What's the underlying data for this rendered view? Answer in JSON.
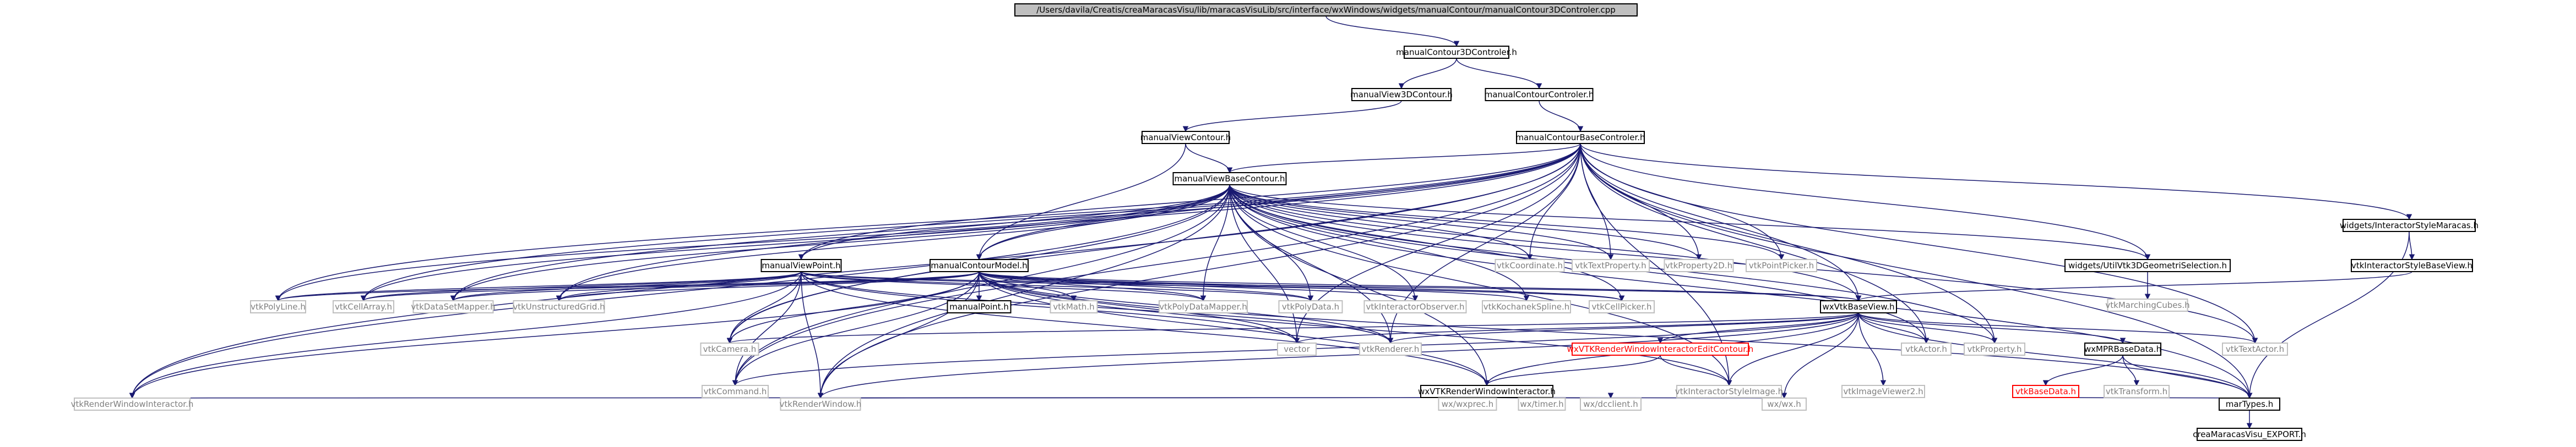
{
  "palette": {
    "background": "#ffffff",
    "node_border": "#000000",
    "node_fill": "#ffffff",
    "root_fill": "#bfbfbf",
    "edge_color": "#191970",
    "text": "#000000",
    "external_border": "#bfbfbf",
    "external_text": "#808080",
    "missing_border": "#ff0000",
    "missing_text": "#ff0000"
  },
  "nodes": [
    {
      "id": "root",
      "label": "/Users/davila/Creatis/creaMaracasVisu/lib/maracasVisuLib/src/interface/wxWindows/widgets/manualContour/manualContour3DControler.cpp",
      "style": "root"
    },
    {
      "id": "mc3dctrl",
      "label": "manualContour3DControler.h",
      "style": "normal"
    },
    {
      "id": "mv3dc",
      "label": "manualView3DContour.h",
      "style": "normal"
    },
    {
      "id": "mcctrl",
      "label": "manualContourControler.h",
      "style": "normal"
    },
    {
      "id": "mvc",
      "label": "manualViewContour.h",
      "style": "normal"
    },
    {
      "id": "mcbc",
      "label": "manualContourBaseControler.h",
      "style": "normal"
    },
    {
      "id": "mvbc",
      "label": "manualViewBaseContour.h",
      "style": "normal"
    },
    {
      "id": "wism",
      "label": "widgets/InteractorStyleMaracas.h",
      "style": "normal"
    },
    {
      "id": "mvp",
      "label": "manualViewPoint.h",
      "style": "normal"
    },
    {
      "id": "mcm",
      "label": "manualContourModel.h",
      "style": "normal"
    },
    {
      "id": "vcoord",
      "label": "vtkCoordinate.h",
      "style": "ext"
    },
    {
      "id": "vtextprop",
      "label": "vtkTextProperty.h",
      "style": "ext"
    },
    {
      "id": "vprop2d",
      "label": "vtkProperty2D.h",
      "style": "ext"
    },
    {
      "id": "vpointpick",
      "label": "vtkPointPicker.h",
      "style": "ext"
    },
    {
      "id": "wgeom",
      "label": "widgets/UtilVtk3DGeometriSelection.h",
      "style": "normal"
    },
    {
      "id": "visbv",
      "label": "vtkInteractorStyleBaseView.h",
      "style": "normal"
    },
    {
      "id": "vmcubes",
      "label": "vtkMarchingCubes.h",
      "style": "ext"
    },
    {
      "id": "vpolyline",
      "label": "vtkPolyLine.h",
      "style": "ext"
    },
    {
      "id": "vcellarray",
      "label": "vtkCellArray.h",
      "style": "ext"
    },
    {
      "id": "vdsmapper",
      "label": "vtkDataSetMapper.h",
      "style": "ext"
    },
    {
      "id": "vugrid",
      "label": "vtkUnstructuredGrid.h",
      "style": "ext"
    },
    {
      "id": "mpoint",
      "label": "manualPoint.h",
      "style": "normal"
    },
    {
      "id": "vmath",
      "label": "vtkMath.h",
      "style": "ext"
    },
    {
      "id": "vpdmapper",
      "label": "vtkPolyDataMapper.h",
      "style": "ext"
    },
    {
      "id": "vpolydata",
      "label": "vtkPolyData.h",
      "style": "ext"
    },
    {
      "id": "viobs",
      "label": "vtkInteractorObserver.h",
      "style": "ext"
    },
    {
      "id": "vkoch",
      "label": "vtkKochanekSpline.h",
      "style": "ext"
    },
    {
      "id": "vcellpick",
      "label": "vtkCellPicker.h",
      "style": "ext"
    },
    {
      "id": "wxvbv",
      "label": "wxVtkBaseView.h",
      "style": "normal"
    },
    {
      "id": "vcamera",
      "label": "vtkCamera.h",
      "style": "ext"
    },
    {
      "id": "vector",
      "label": "vector",
      "style": "ext"
    },
    {
      "id": "vrenderer",
      "label": "vtkRenderer.h",
      "style": "ext"
    },
    {
      "id": "wxvrwiec",
      "label": "wxVTKRenderWindowInteractorEditContour.h",
      "style": "missing"
    },
    {
      "id": "vactor",
      "label": "vtkActor.h",
      "style": "ext"
    },
    {
      "id": "vproperty",
      "label": "vtkProperty.h",
      "style": "ext"
    },
    {
      "id": "wxmpr",
      "label": "wxMPRBaseData.h",
      "style": "normal"
    },
    {
      "id": "vtextactor",
      "label": "vtkTextActor.h",
      "style": "ext"
    },
    {
      "id": "vcommand",
      "label": "vtkCommand.h",
      "style": "ext"
    },
    {
      "id": "wxvrwi",
      "label": "wxVTKRenderWindowInteractor.h",
      "style": "normal"
    },
    {
      "id": "visimage",
      "label": "vtkInteractorStyleImage.h",
      "style": "ext"
    },
    {
      "id": "vimgviewer2",
      "label": "vtkImageViewer2.h",
      "style": "ext"
    },
    {
      "id": "vtransform",
      "label": "vtkTransform.h",
      "style": "ext"
    },
    {
      "id": "vbasedata",
      "label": "vtkBaseData.h",
      "style": "missing"
    },
    {
      "id": "vrwi",
      "label": "vtkRenderWindowInteractor.h",
      "style": "ext"
    },
    {
      "id": "vrw",
      "label": "vtkRenderWindow.h",
      "style": "ext"
    },
    {
      "id": "wxwxprec",
      "label": "wx/wxprec.h",
      "style": "ext"
    },
    {
      "id": "wxtimer",
      "label": "wx/timer.h",
      "style": "ext"
    },
    {
      "id": "wxdcclient",
      "label": "wx/dcclient.h",
      "style": "ext"
    },
    {
      "id": "wxwx",
      "label": "wx/wx.h",
      "style": "ext"
    },
    {
      "id": "martypes",
      "label": "marTypes.h",
      "style": "normal"
    },
    {
      "id": "export",
      "label": "creaMaracasVisu_EXPORT.h",
      "style": "normal"
    }
  ],
  "edges": [
    [
      "root",
      "mc3dctrl"
    ],
    [
      "mc3dctrl",
      "mv3dc"
    ],
    [
      "mc3dctrl",
      "mcctrl"
    ],
    [
      "mv3dc",
      "mvc"
    ],
    [
      "mcctrl",
      "mcbc"
    ],
    [
      "mvc",
      "mvbc"
    ],
    [
      "mvc",
      "mcm"
    ],
    [
      "mcbc",
      "mvbc"
    ],
    [
      "mcbc",
      "wism"
    ],
    [
      "mcbc",
      "mcm"
    ],
    [
      "mcbc",
      "mvp"
    ],
    [
      "mcbc",
      "vcoord"
    ],
    [
      "mcbc",
      "vtextprop"
    ],
    [
      "mcbc",
      "vprop2d"
    ],
    [
      "mcbc",
      "vpointpick"
    ],
    [
      "mcbc",
      "wgeom"
    ],
    [
      "mcbc",
      "wxvbv"
    ],
    [
      "mcbc",
      "martypes"
    ],
    [
      "mcbc",
      "vtextactor"
    ],
    [
      "mcbc",
      "vactor"
    ],
    [
      "mcbc",
      "vproperty"
    ],
    [
      "mcbc",
      "vrwi"
    ],
    [
      "mcbc",
      "vrw"
    ],
    [
      "mcbc",
      "vcommand"
    ],
    [
      "mcbc",
      "vpolyline"
    ],
    [
      "mcbc",
      "vcellarray"
    ],
    [
      "mcbc",
      "vdsmapper"
    ],
    [
      "mcbc",
      "vugrid"
    ],
    [
      "mcbc",
      "vcamera"
    ],
    [
      "mcbc",
      "vector"
    ],
    [
      "mcbc",
      "vrenderer"
    ],
    [
      "mcbc",
      "visimage"
    ],
    [
      "mvbc",
      "mvp"
    ],
    [
      "mvbc",
      "mcm"
    ],
    [
      "mvbc",
      "vcoord"
    ],
    [
      "mvbc",
      "vtextprop"
    ],
    [
      "mvbc",
      "vprop2d"
    ],
    [
      "mvbc",
      "vpointpick"
    ],
    [
      "mvbc",
      "wgeom"
    ],
    [
      "mvbc",
      "wxvbv"
    ],
    [
      "mvbc",
      "vpolyline"
    ],
    [
      "mvbc",
      "vcellarray"
    ],
    [
      "mvbc",
      "vdsmapper"
    ],
    [
      "mvbc",
      "vugrid"
    ],
    [
      "mvbc",
      "vpdmapper"
    ],
    [
      "mvbc",
      "vpolydata"
    ],
    [
      "mvbc",
      "viobs"
    ],
    [
      "mvbc",
      "vkoch"
    ],
    [
      "mvbc",
      "vcellpick"
    ],
    [
      "mvbc",
      "vcamera"
    ],
    [
      "mvbc",
      "vector"
    ],
    [
      "mvbc",
      "vrenderer"
    ],
    [
      "mvbc",
      "vactor"
    ],
    [
      "mvbc",
      "vproperty"
    ],
    [
      "mvbc",
      "vtextactor"
    ],
    [
      "mvbc",
      "vcommand"
    ],
    [
      "mvbc",
      "vrw"
    ],
    [
      "mvbc",
      "vrwi"
    ],
    [
      "mvbc",
      "wxvrwi"
    ],
    [
      "mvbc",
      "visimage"
    ],
    [
      "mvbc",
      "martypes"
    ],
    [
      "wism",
      "visbv"
    ],
    [
      "wism",
      "martypes"
    ],
    [
      "visbv",
      "wxvbv"
    ],
    [
      "wgeom",
      "vmcubes"
    ],
    [
      "mvp",
      "vpolyline"
    ],
    [
      "mvp",
      "vcellarray"
    ],
    [
      "mvp",
      "vdsmapper"
    ],
    [
      "mvp",
      "vugrid"
    ],
    [
      "mvp",
      "wxvbv"
    ],
    [
      "mvp",
      "vcamera"
    ],
    [
      "mvp",
      "vector"
    ],
    [
      "mvp",
      "vrenderer"
    ],
    [
      "mvp",
      "vcommand"
    ],
    [
      "mvp",
      "wxvrwi"
    ],
    [
      "mvp",
      "vrw"
    ],
    [
      "mvp",
      "vrwi"
    ],
    [
      "mvp",
      "vpdmapper"
    ],
    [
      "mvp",
      "vpolydata"
    ],
    [
      "mvp",
      "vcellpick"
    ],
    [
      "mcm",
      "mpoint"
    ],
    [
      "mcm",
      "vmath"
    ],
    [
      "mcm",
      "vpdmapper"
    ],
    [
      "mcm",
      "vpolydata"
    ],
    [
      "mcm",
      "viobs"
    ],
    [
      "mcm",
      "vkoch"
    ],
    [
      "mcm",
      "vcellpick"
    ],
    [
      "mcm",
      "wxvbv"
    ],
    [
      "mcm",
      "vcamera"
    ],
    [
      "mcm",
      "vector"
    ],
    [
      "mcm",
      "vrenderer"
    ],
    [
      "mcm",
      "vcommand"
    ],
    [
      "mcm",
      "wxvrwi"
    ],
    [
      "mcm",
      "vrw"
    ],
    [
      "mcm",
      "vrwi"
    ],
    [
      "mcm",
      "visimage"
    ],
    [
      "mcm",
      "vpolyline"
    ],
    [
      "mcm",
      "vcellarray"
    ],
    [
      "mcm",
      "vdsmapper"
    ],
    [
      "mcm",
      "vugrid"
    ],
    [
      "mcm",
      "martypes"
    ],
    [
      "wxvbv",
      "vector"
    ],
    [
      "wxvbv",
      "vrenderer"
    ],
    [
      "wxvbv",
      "vcamera"
    ],
    [
      "wxvbv",
      "wxvrwiec"
    ],
    [
      "wxvbv",
      "vactor"
    ],
    [
      "wxvbv",
      "vproperty"
    ],
    [
      "wxvbv",
      "wxmpr"
    ],
    [
      "wxvbv",
      "vtextactor"
    ],
    [
      "wxvbv",
      "vcommand"
    ],
    [
      "wxvbv",
      "wxvrwi"
    ],
    [
      "wxvbv",
      "visimage"
    ],
    [
      "wxvbv",
      "vimgviewer2"
    ],
    [
      "wxvbv",
      "wxwx"
    ],
    [
      "wxvbv",
      "martypes"
    ],
    [
      "wxvbv",
      "vrw"
    ],
    [
      "wxvrwiec",
      "wxvrwi"
    ],
    [
      "wxvrwiec",
      "visimage"
    ],
    [
      "wxmpr",
      "vtransform"
    ],
    [
      "wxmpr",
      "vbasedata"
    ],
    [
      "wxmpr",
      "martypes"
    ],
    [
      "vbasedata",
      "martypes"
    ],
    [
      "wxvrwi",
      "vrwi"
    ],
    [
      "wxvrwi",
      "vrw"
    ],
    [
      "wxvrwi",
      "wxwxprec"
    ],
    [
      "wxvrwi",
      "wxtimer"
    ],
    [
      "wxvrwi",
      "wxdcclient"
    ],
    [
      "wxvrwi",
      "wxwx"
    ],
    [
      "martypes",
      "export"
    ]
  ]
}
